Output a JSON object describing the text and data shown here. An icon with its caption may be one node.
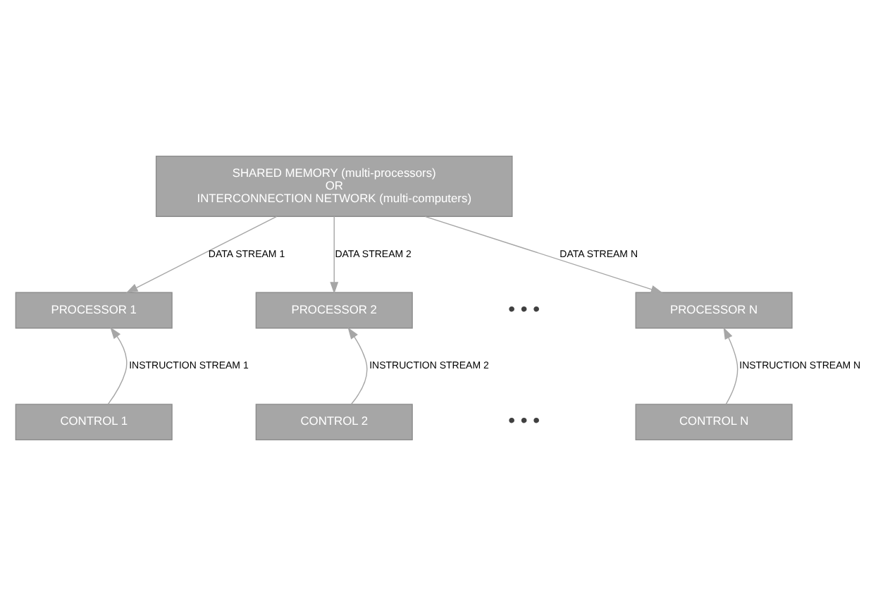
{
  "diagram": {
    "nodes": [
      {
        "text": [
          "SHARED MEMORY (multi-processors)",
          "OR",
          "INTERCONNECTION NETWORK (multi-computers)"
        ]
      },
      {
        "text": [
          "PROCESSOR 1"
        ]
      },
      {
        "text": [
          "PROCESSOR 2"
        ]
      },
      {
        "text": [
          "PROCESSOR N"
        ]
      },
      {
        "text": [
          "CONTROL 1"
        ]
      },
      {
        "text": [
          "CONTROL 2"
        ]
      },
      {
        "text": [
          "CONTROL N"
        ]
      }
    ],
    "edges": [
      {
        "from": 0,
        "to": 1,
        "arrow": "to",
        "label": "DATA STREAM 1"
      },
      {
        "from": 0,
        "to": 2,
        "arrow": "to",
        "label": "DATA STREAM 2"
      },
      {
        "from": 0,
        "to": 3,
        "arrow": "to",
        "label": "DATA STREAM N"
      },
      {
        "from": 4,
        "to": 1,
        "arrow": "to",
        "label": "INSTRUCTION STREAM 1"
      },
      {
        "from": 5,
        "to": 2,
        "arrow": "to",
        "label": "INSTRUCTION STREAM 2"
      },
      {
        "from": 6,
        "to": 3,
        "arrow": "to",
        "label": "INSTRUCTION STREAM N"
      }
    ],
    "labels": [
      "• • •",
      "• • •"
    ]
  }
}
